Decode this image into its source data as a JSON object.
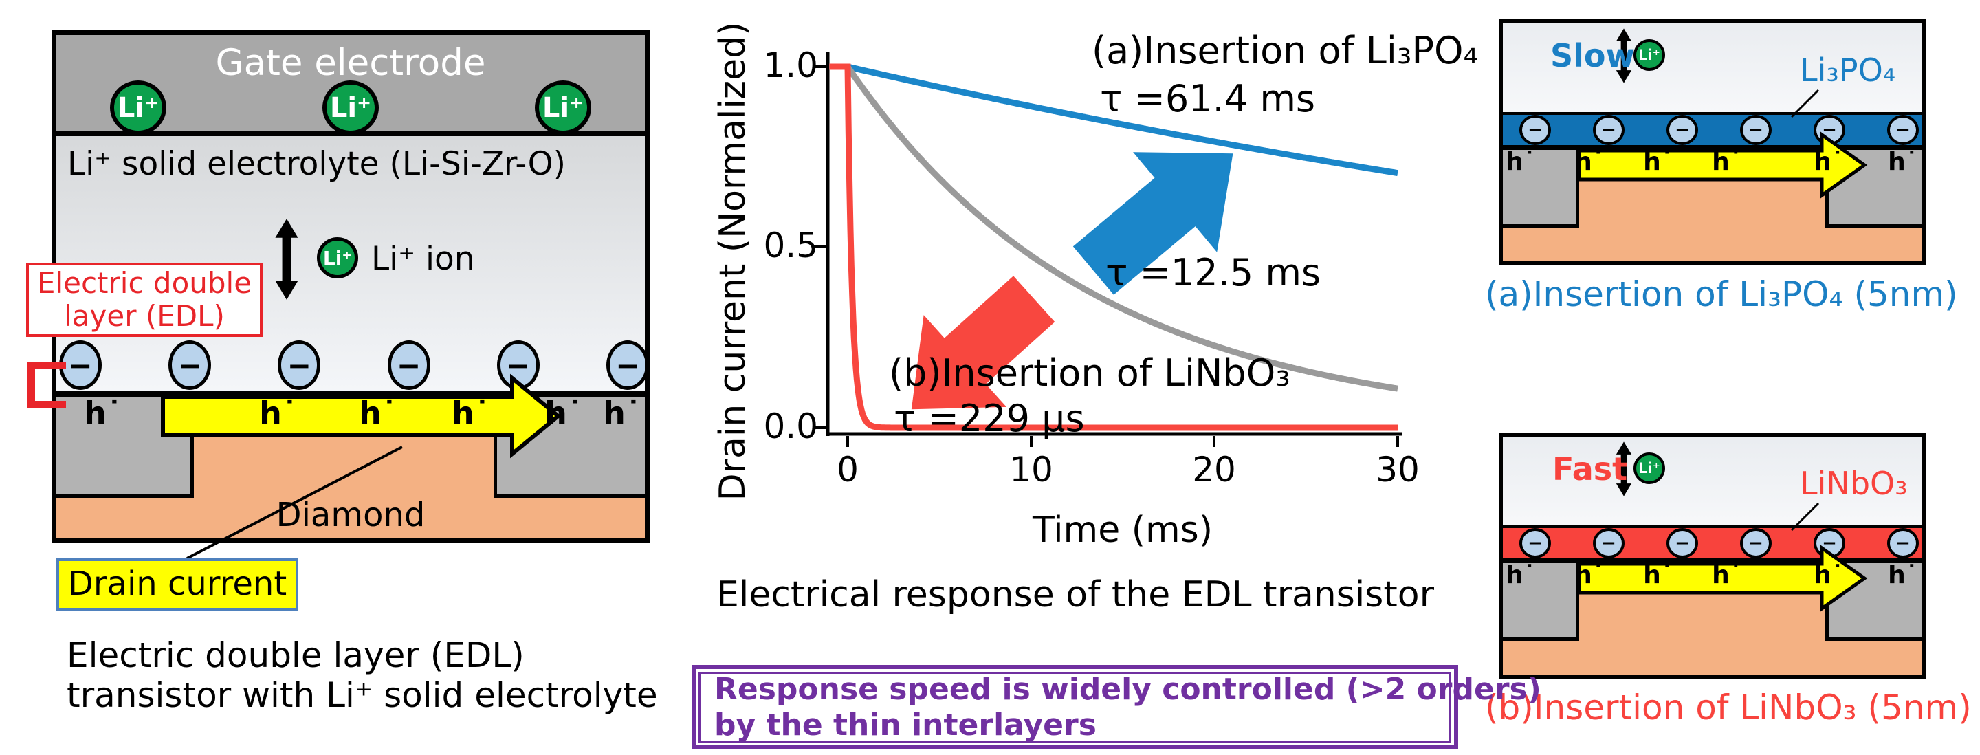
{
  "left": {
    "gate_label": "Gate electrode",
    "ion": "Li⁺",
    "electrolyte_label": "Li⁺ solid electrolyte (Li-Si-Zr-O)",
    "ion_caption": "Li⁺ ion",
    "edl_label_line1": "Electric double",
    "edl_label_line2": "layer (EDL)",
    "anion_symbol": "−",
    "hole_symbol": "h˙",
    "substrate_label": "Diamond",
    "drain_label": "Drain current",
    "caption_line1": "Electric double layer (EDL)",
    "caption_line2": "transistor with Li⁺ solid electrolyte"
  },
  "chart": {
    "ylabel": "Drain current (Normalized)",
    "xlabel": "Time (ms)",
    "caption": "Electrical response of the EDL transistor",
    "y_ticks": [
      "1.0",
      "0.5",
      "0.0"
    ],
    "x_ticks": [
      "0",
      "10",
      "20",
      "30"
    ]
  },
  "chart_data": {
    "type": "line",
    "title": "Electrical response of the EDL transistor",
    "xlabel": "Time (ms)",
    "ylabel": "Drain current (Normalized)",
    "xlim": [
      0,
      30
    ],
    "ylim": [
      0.0,
      1.0
    ],
    "x_ticks": [
      0,
      10,
      20,
      30
    ],
    "y_ticks": [
      1.0,
      0.5,
      0.0
    ],
    "grid": false,
    "legend": "annotated curves (no legend box)",
    "series": [
      {
        "id": "li3po4-interlayer",
        "label_line1": "(a)Insertion of Li₃PO₄",
        "label_line2": "τ =61.4 ms",
        "tau_ms": 61.4,
        "color": "#1b86c9",
        "start_value": 1.0,
        "value_at_t30": 0.7,
        "shape": "slow exponential decay from 1.0"
      },
      {
        "id": "reference",
        "label_line1": "τ =12.5 ms",
        "label_line2": "",
        "tau_ms": 12.5,
        "color": "#9a9a9a",
        "start_value": 1.0,
        "value_at_t30": 0.11,
        "shape": "exponential decay from 1.0"
      },
      {
        "id": "linbo3-interlayer",
        "label_line1": "(b)Insertion of LiNbO₃",
        "label_line2": "τ =229 μs",
        "tau_ms": 0.229,
        "color": "#f8473f",
        "start_value": 1.0,
        "value_at_t30": 0.0,
        "shape": "near-instant drop to 0"
      }
    ]
  },
  "callout": {
    "line1": "Response speed is widely controlled (>2 orders)",
    "line2": "by the thin interlayers"
  },
  "panel_a": {
    "speed": "Slow",
    "ion": "Li⁺",
    "layer": "Li₃PO₄",
    "hole": "h˙",
    "anion": "−",
    "caption": "(a)Insertion of Li₃PO₄ (5nm)"
  },
  "panel_b": {
    "speed": "Fast",
    "ion": "Li⁺",
    "layer": "LiNbO₃",
    "hole": "h˙",
    "anion": "−",
    "caption": "(b)Insertion of LiNbO₃ (5nm)"
  },
  "colors": {
    "blue_text": "#1b7fc4",
    "blue_layer": "#1172b4",
    "blue_curve": "#1b86c9",
    "red_text": "#f8433d",
    "red_layer": "#f8433d",
    "red_curve": "#f8473f",
    "pure_red": "#e8252a",
    "purple": "#7030a0",
    "green_ion": "#0ca04c",
    "anion_fill": "#b9d3ec",
    "gray_curve": "#9a9a9a",
    "gate_gray": "#a8a8a8",
    "electrode_gray": "#b3b3b3",
    "diamond_orange": "#f4b183",
    "drain_yellow": "#ffff00"
  }
}
